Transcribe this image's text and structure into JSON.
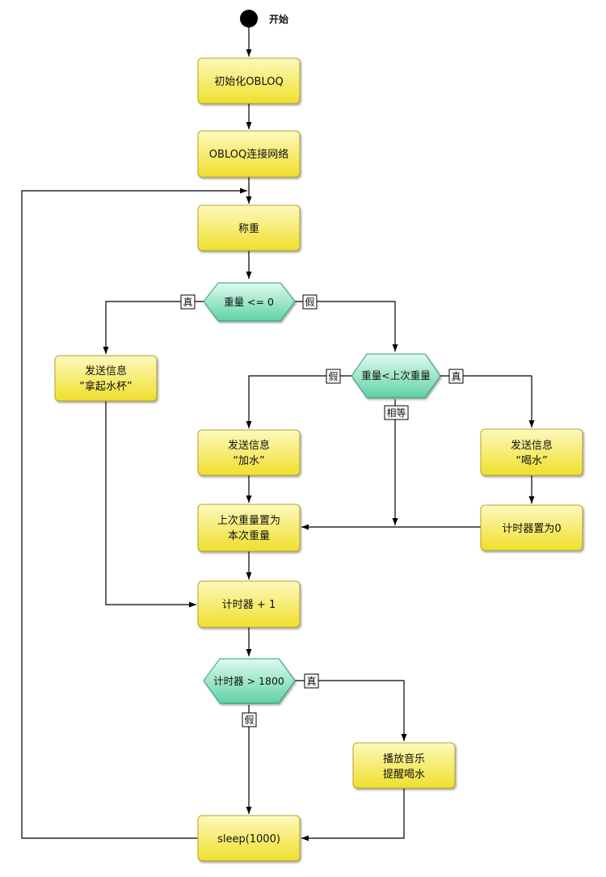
{
  "start": "开始",
  "nodes": {
    "init": "初始化OBLOQ",
    "connect": "OBLOQ连接网络",
    "weigh": "称重",
    "cond_weight": "重量 <= 0",
    "send_pick_1": "发送信息",
    "send_pick_2": "“拿起水杯”",
    "cond_last": "重量<上次重量",
    "send_add_1": "发送信息",
    "send_add_2": "“加水”",
    "send_drink_1": "发送信息",
    "send_drink_2": "“喝水”",
    "set_last_1": "上次重量置为",
    "set_last_2": "本次重量",
    "timer_reset": "计时器置为0",
    "timer_inc": "计时器 + 1",
    "cond_timer": "计时器 > 1800",
    "play_1": "播放音乐",
    "play_2": "提醒喝水",
    "sleep": "sleep(1000)"
  },
  "tags": {
    "true": "真",
    "false": "假",
    "equal": "相等"
  },
  "colors": {
    "box_top": "#fbf6a4",
    "box_bottom": "#f2e33a",
    "box_border": "#b8aa2a",
    "dec_top": "#d2f7e6",
    "dec_bottom": "#66d6ac",
    "dec_border": "#34a07c",
    "line": "#000000"
  }
}
